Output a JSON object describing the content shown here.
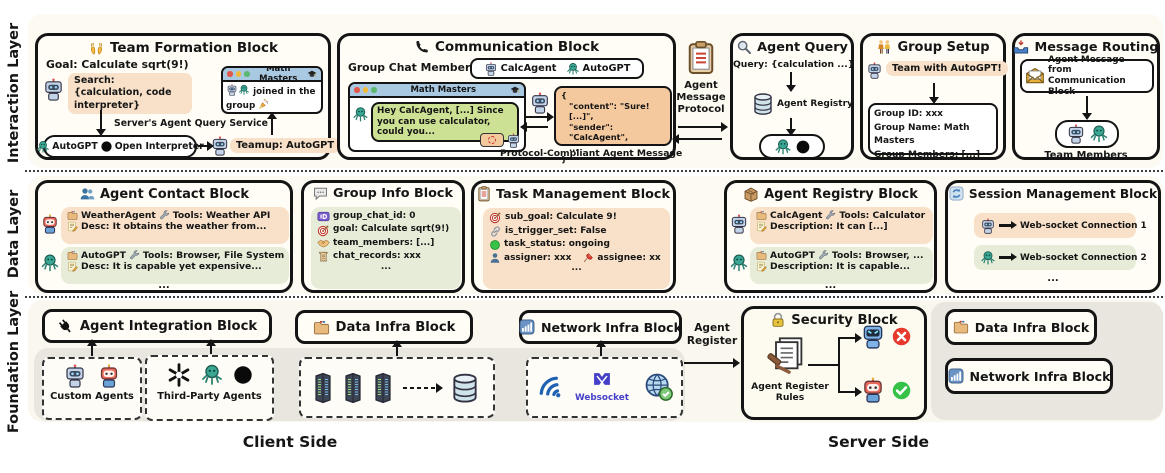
{
  "layers": {
    "interaction": "Interaction Layer",
    "data": "Data Layer",
    "foundation": "Foundation Layer"
  },
  "sides": {
    "client": "Client Side",
    "server": "Server Side"
  },
  "team_formation": {
    "title": "Team Formation Block",
    "goal": "Goal: Calculate sqrt(9!)",
    "search": "Search: {calculation, code interpreter}",
    "query_service": "Server's Agent Query Service",
    "autogpt": "AutoGPT",
    "open_interpreter": "Open Interpreter",
    "teamup": "Teamup: AutoGPT",
    "window_title": "Math Masters",
    "joined": "joined in the group"
  },
  "communication": {
    "title": "Communication Block",
    "members_label": "Group Chat Members:",
    "member1": "CalcAgent",
    "member2": "AutoGPT",
    "window_title": "Math Masters",
    "chat": "Hey CalcAgent, [...] Since you can use calculator, could you...",
    "json": [
      "{",
      "\"content\": \"Sure! [...]\",",
      "\"sender\": \"CalcAgent\",",
      "...",
      "}"
    ],
    "caption": "Protocol-Compliant Agent Message"
  },
  "protocol": {
    "label": "Agent\nMessage\nProtocol"
  },
  "agent_query": {
    "title": "Agent Query",
    "query": "Query: {calculation ...}",
    "registry": "Agent Registry"
  },
  "group_setup": {
    "title": "Group Setup",
    "bubble": "Team with AutoGPT!",
    "lines": [
      "Group ID: xxx",
      "Group Name: Math Masters",
      "Group Members: [...]"
    ]
  },
  "message_routing": {
    "title": "Message Routing",
    "source": "Agent Message from Communication Block",
    "target": "Team Members"
  },
  "agent_contact": {
    "title": "Agent Contact Block",
    "rows": [
      {
        "name": "WeatherAgent",
        "tools": "Tools: Weather API",
        "desc": "Desc: It obtains the weather from..."
      },
      {
        "name": "AutoGPT",
        "tools": "Tools: Browser, File System",
        "desc": "Desc: It is capable yet expensive..."
      }
    ],
    "more": "..."
  },
  "group_info": {
    "title": "Group Info Block",
    "fields": [
      "group_chat_id: 0",
      "goal: Calculate sqrt(9!)",
      "team_members: [...]",
      "chat_records: xxx"
    ],
    "more": "..."
  },
  "task_management": {
    "title": "Task Management Block",
    "fields": [
      "sub_goal: Calculate 9!",
      "is_trigger_set: False",
      "task_status: ongoing"
    ],
    "assigner": "assigner: xxx",
    "assignee": "assignee: xx",
    "more": "..."
  },
  "agent_registry": {
    "title": "Agent Registry Block",
    "rows": [
      {
        "name": "CalcAgent",
        "tools": "Tools: Calculator",
        "desc": "Description: It can [...]"
      },
      {
        "name": "AutoGPT",
        "tools": "Tools: Browser, ...",
        "desc": "Description: It is capable..."
      }
    ],
    "more": "..."
  },
  "session_management": {
    "title": "Session Management Block",
    "conn1": "Web-socket Connection 1",
    "conn2": "Web-socket Connection 2",
    "more": "..."
  },
  "agent_integration": {
    "title": "Agent Integration Block",
    "custom": "Custom Agents",
    "third_party": "Third-Party Agents"
  },
  "data_infra": {
    "title": "Data Infra Block"
  },
  "network_infra": {
    "title": "Network Infra Block",
    "websocket": "Websocket"
  },
  "agent_register": {
    "label": "Agent\nRegister"
  },
  "security": {
    "title": "Security Block",
    "rules": "Agent Register Rules"
  },
  "server_side": {
    "data_infra": "Data Infra Block",
    "network_infra": "Network Infra Block"
  }
}
